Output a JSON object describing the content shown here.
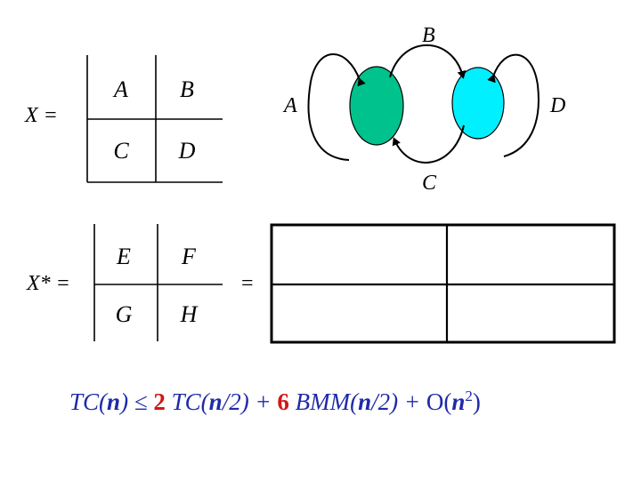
{
  "matrix_x": {
    "label": "X =",
    "cells": [
      "A",
      "B",
      "C",
      "D"
    ]
  },
  "matrix_xstar": {
    "label": "X* =",
    "cells": [
      "E",
      "F",
      "G",
      "H"
    ]
  },
  "result": {
    "equals": "="
  },
  "graph": {
    "node_labels": {
      "top": "B",
      "left": "A",
      "right": "D",
      "bottom": "C"
    },
    "colors": {
      "left_node": "#00c28c",
      "right_node": "#00f0ff",
      "edge": "#000000"
    }
  },
  "formula": {
    "p1": "TC(",
    "p2": "n",
    "p3": ") ≤ ",
    "c1": "2",
    "p4": " TC(",
    "p5": "n",
    "p6": "/2) + ",
    "c2": "6",
    "p7": " BMM(",
    "p8": "n",
    "p9": "/2) + ",
    "p10": "O(",
    "p11": "n",
    "exp": "2",
    "p12": ")"
  },
  "colors": {
    "formula_blue": "#1f2aa8",
    "formula_red": "#d01818"
  }
}
